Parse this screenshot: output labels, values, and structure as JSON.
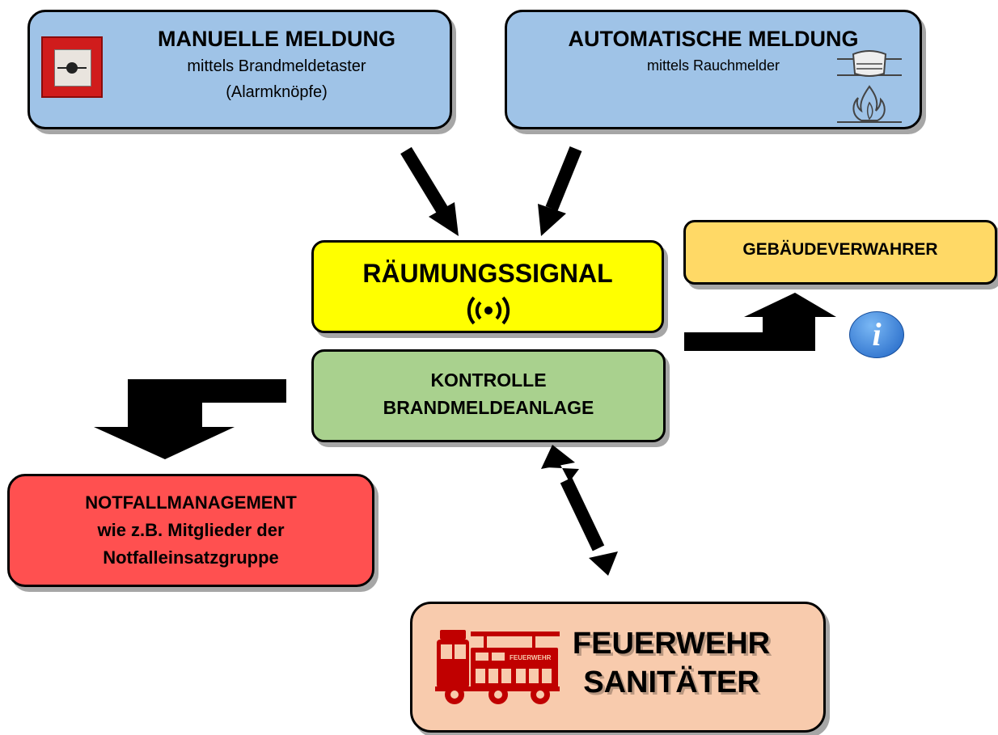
{
  "manual": {
    "title": "MANUELLE MELDUNG",
    "line1": "mittels Brandmeldetaster",
    "line2": "(Alarmknöpfe)"
  },
  "automatic": {
    "title": "AUTOMATISCHE MELDUNG",
    "line1": "mittels Rauchmelder"
  },
  "signal": {
    "title": "RÄUMUNGSSIGNAL"
  },
  "control": {
    "line1": "KONTROLLE",
    "line2": "BRANDMELDEANLAGE"
  },
  "keeper": {
    "title": "GEBÄUDEVERWAHRER"
  },
  "emergency": {
    "line1": "NOTFALLMANAGEMENT",
    "line2": "wie z.B. Mitglieder der",
    "line3": "Notfalleinsatzgruppe"
  },
  "fire": {
    "line1": "FEUERWEHR",
    "line2": "SANITÄTER",
    "truck_label": "FEUERWEHR"
  },
  "icons": {
    "alarm_button": "fire-alarm-button-icon",
    "smoke_detector": "smoke-detector-icon",
    "flame": "flame-icon",
    "signal_waves": "signal-waves-icon",
    "info": "info-icon",
    "truck": "fire-truck-icon"
  },
  "colors": {
    "report_boxes": "#9fc3e7",
    "signal": "#ffff00",
    "control": "#a9d18e",
    "keeper": "#ffd966",
    "emergency": "#ff5050",
    "fire": "#f8cbad",
    "truck": "#c00000",
    "info": "#2b7fd6"
  }
}
